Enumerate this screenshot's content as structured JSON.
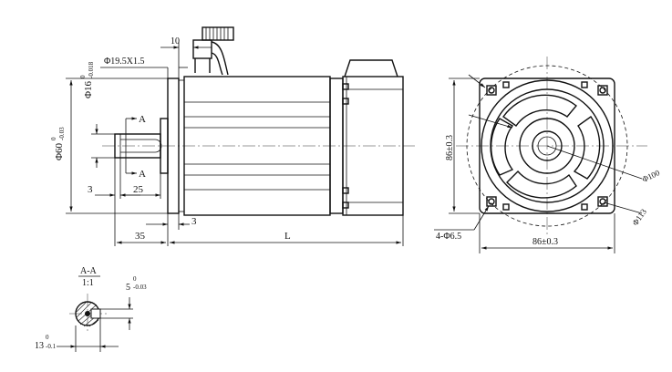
{
  "side_view": {
    "dim_top_10": "10",
    "dim_dia_19_5": "Φ19.5X1.5",
    "dim_dia_16": "Φ16",
    "tol_16_upper": "0",
    "tol_16_lower": "-0.018",
    "dim_dia_60": "Φ60",
    "tol_60_upper": "0",
    "tol_60_lower": "-0.03",
    "section_mark_top": "A",
    "section_mark_bottom": "A",
    "dim_3_left": "3",
    "dim_25": "25",
    "dim_3_flange": "3",
    "dim_35": "35",
    "dim_L": "L"
  },
  "front_view": {
    "dim_86_height": "86±0.3",
    "dim_86_width": "86±0.3",
    "dim_hole": "4-Φ6.5",
    "dim_dia_100": "Φ100",
    "dim_dia_113": "Φ113"
  },
  "section": {
    "title": "A-A",
    "scale": "1:1",
    "dim_5": "5",
    "tol_5_upper": "0",
    "tol_5_lower": "-0.03",
    "dim_13": "13",
    "tol_13_upper": "0",
    "tol_13_lower": "-0.1"
  }
}
